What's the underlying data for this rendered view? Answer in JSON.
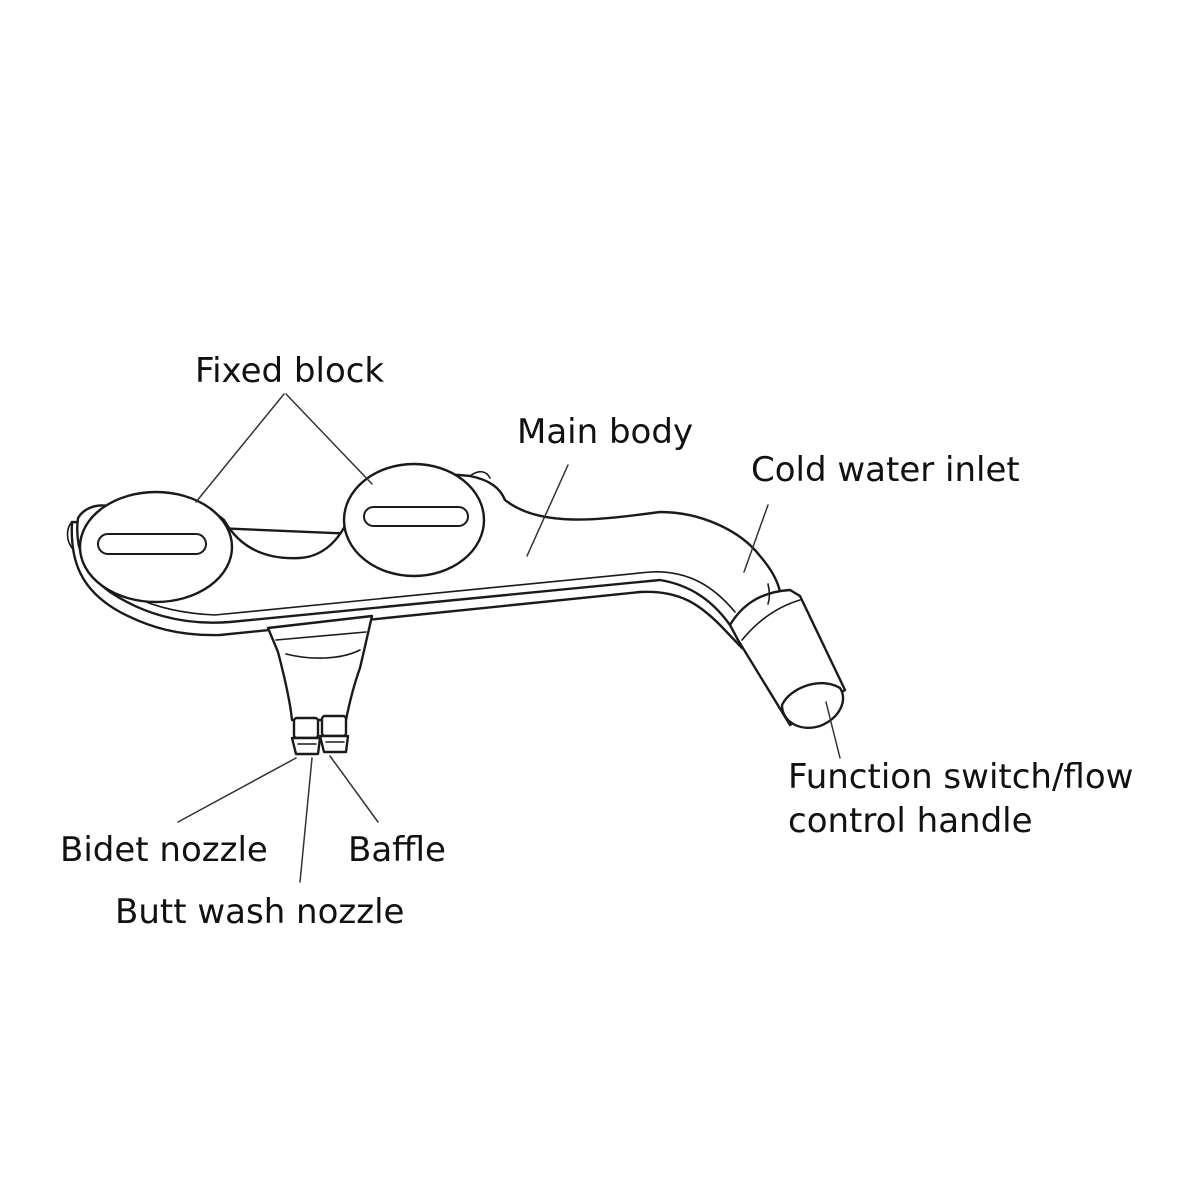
{
  "labels": {
    "fixed_block": "Fixed block",
    "main_body": "Main body",
    "cold_water_inlet": "Cold water inlet",
    "function_switch_line1": "Function switch/flow",
    "function_switch_line2": "control handle",
    "bidet_nozzle": "Bidet nozzle",
    "baffle": "Baffle",
    "butt_wash_nozzle": "Butt wash nozzle"
  }
}
